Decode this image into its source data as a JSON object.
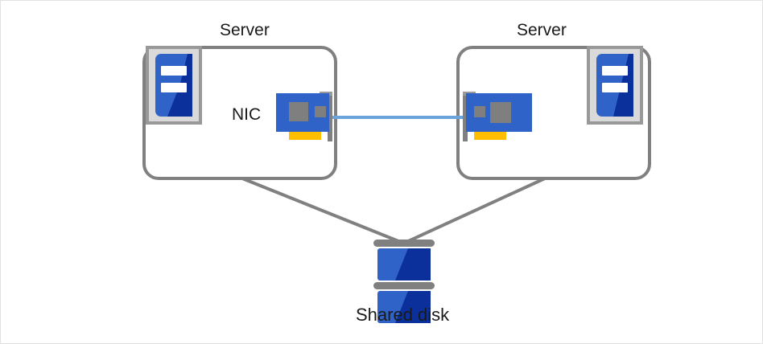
{
  "diagram": {
    "title": "Two-server shared disk cluster diagram",
    "background": "#ffffff",
    "border_color": "#e2e2e2"
  },
  "palette": {
    "outline_gray": "#808080",
    "frame_gray": "#999999",
    "light_frame_gray": "#d9d9d9",
    "chip_gray": "#7f7f7f",
    "card_blue": "#3063c8",
    "tower_blue_light": "#3063c8",
    "tower_blue_dark": "#0b309b",
    "disk_blue_light": "#3063c8",
    "disk_blue_dark": "#0b309b",
    "connector_orange": "#ffbf00",
    "cable_blue": "#6aa4dd",
    "white": "#ffffff",
    "text": "#1a1a1a"
  },
  "nodes": {
    "server_left": {
      "label": "Server",
      "icon": "server-tower-icon",
      "nic_label": "NIC",
      "nic_icon": "network-card-icon"
    },
    "server_right": {
      "label": "Server",
      "icon": "server-tower-icon",
      "nic_icon": "network-card-icon"
    },
    "shared_disk": {
      "label": "Shared disk",
      "icon": "disk-stack-icon",
      "platters": 2
    }
  },
  "connections": [
    {
      "name": "nic-to-nic-cable",
      "from": "server_left.nic",
      "to": "server_right.nic",
      "style": "solid",
      "color": "#6aa4dd"
    },
    {
      "name": "server-left-to-disk",
      "from": "server_left",
      "to": "shared_disk",
      "style": "solid",
      "color": "#808080"
    },
    {
      "name": "server-right-to-disk",
      "from": "server_right",
      "to": "shared_disk",
      "style": "solid",
      "color": "#808080"
    }
  ]
}
